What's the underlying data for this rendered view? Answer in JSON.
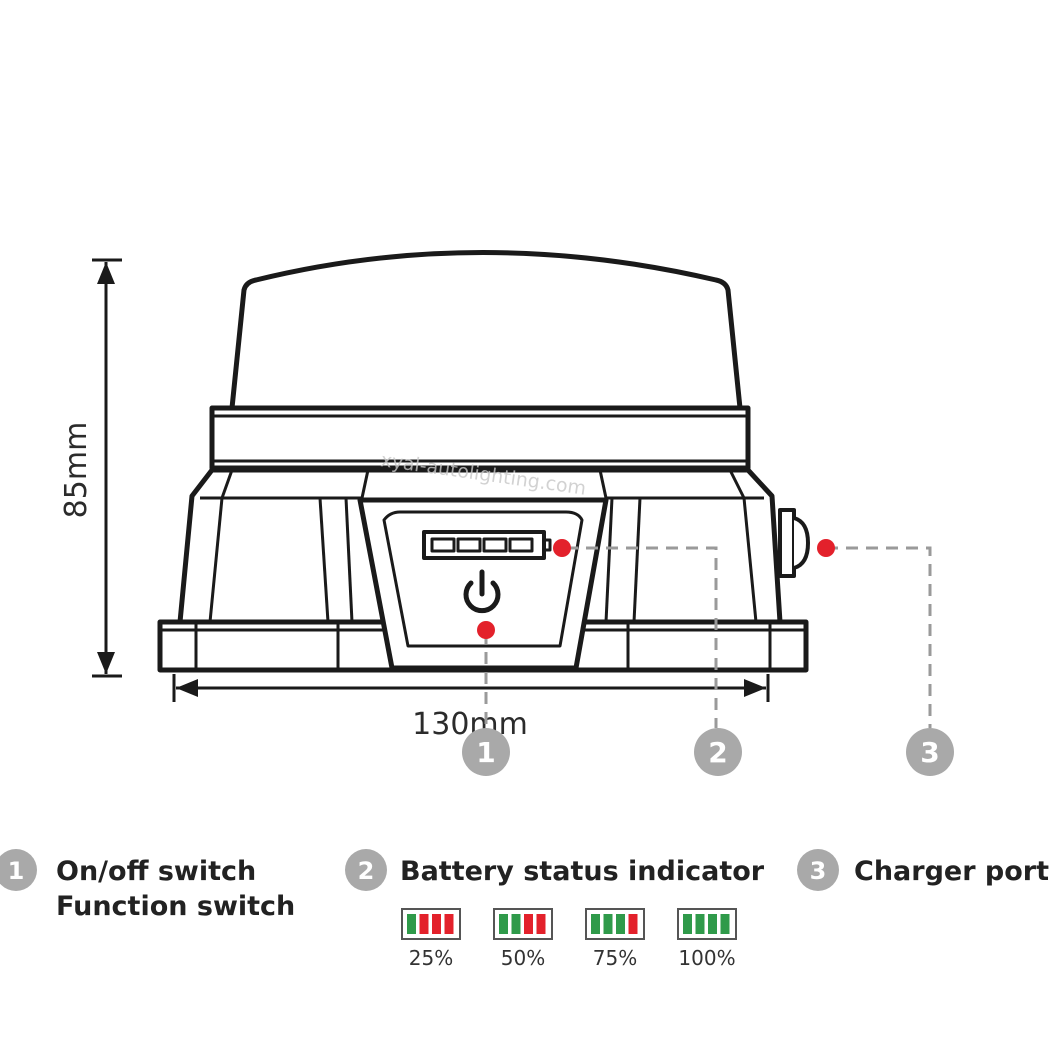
{
  "dimensions": {
    "height_label": "85mm",
    "width_label": "130mm"
  },
  "markers": [
    {
      "number": "1"
    },
    {
      "number": "2"
    },
    {
      "number": "3"
    }
  ],
  "legend": [
    {
      "number": "1",
      "line1": "On/off switch",
      "line2": "Function switch"
    },
    {
      "number": "2",
      "line1": "Battery status indicator"
    },
    {
      "number": "3",
      "line1": "Charger port"
    }
  ],
  "battery_levels": [
    {
      "label": "25%",
      "green_segments": 1
    },
    {
      "label": "50%",
      "green_segments": 2
    },
    {
      "label": "75%",
      "green_segments": 3
    },
    {
      "label": "100%",
      "green_segments": 4
    }
  ],
  "watermark": "xyal-autolighting.com",
  "colors": {
    "line": "#1a1a1a",
    "callout_dot": "#e3212b",
    "callout_dash": "#9a9a9a",
    "marker_circle": "#a9a9a9",
    "segment_green": "#2f9a4a",
    "segment_red": "#e3212b"
  }
}
